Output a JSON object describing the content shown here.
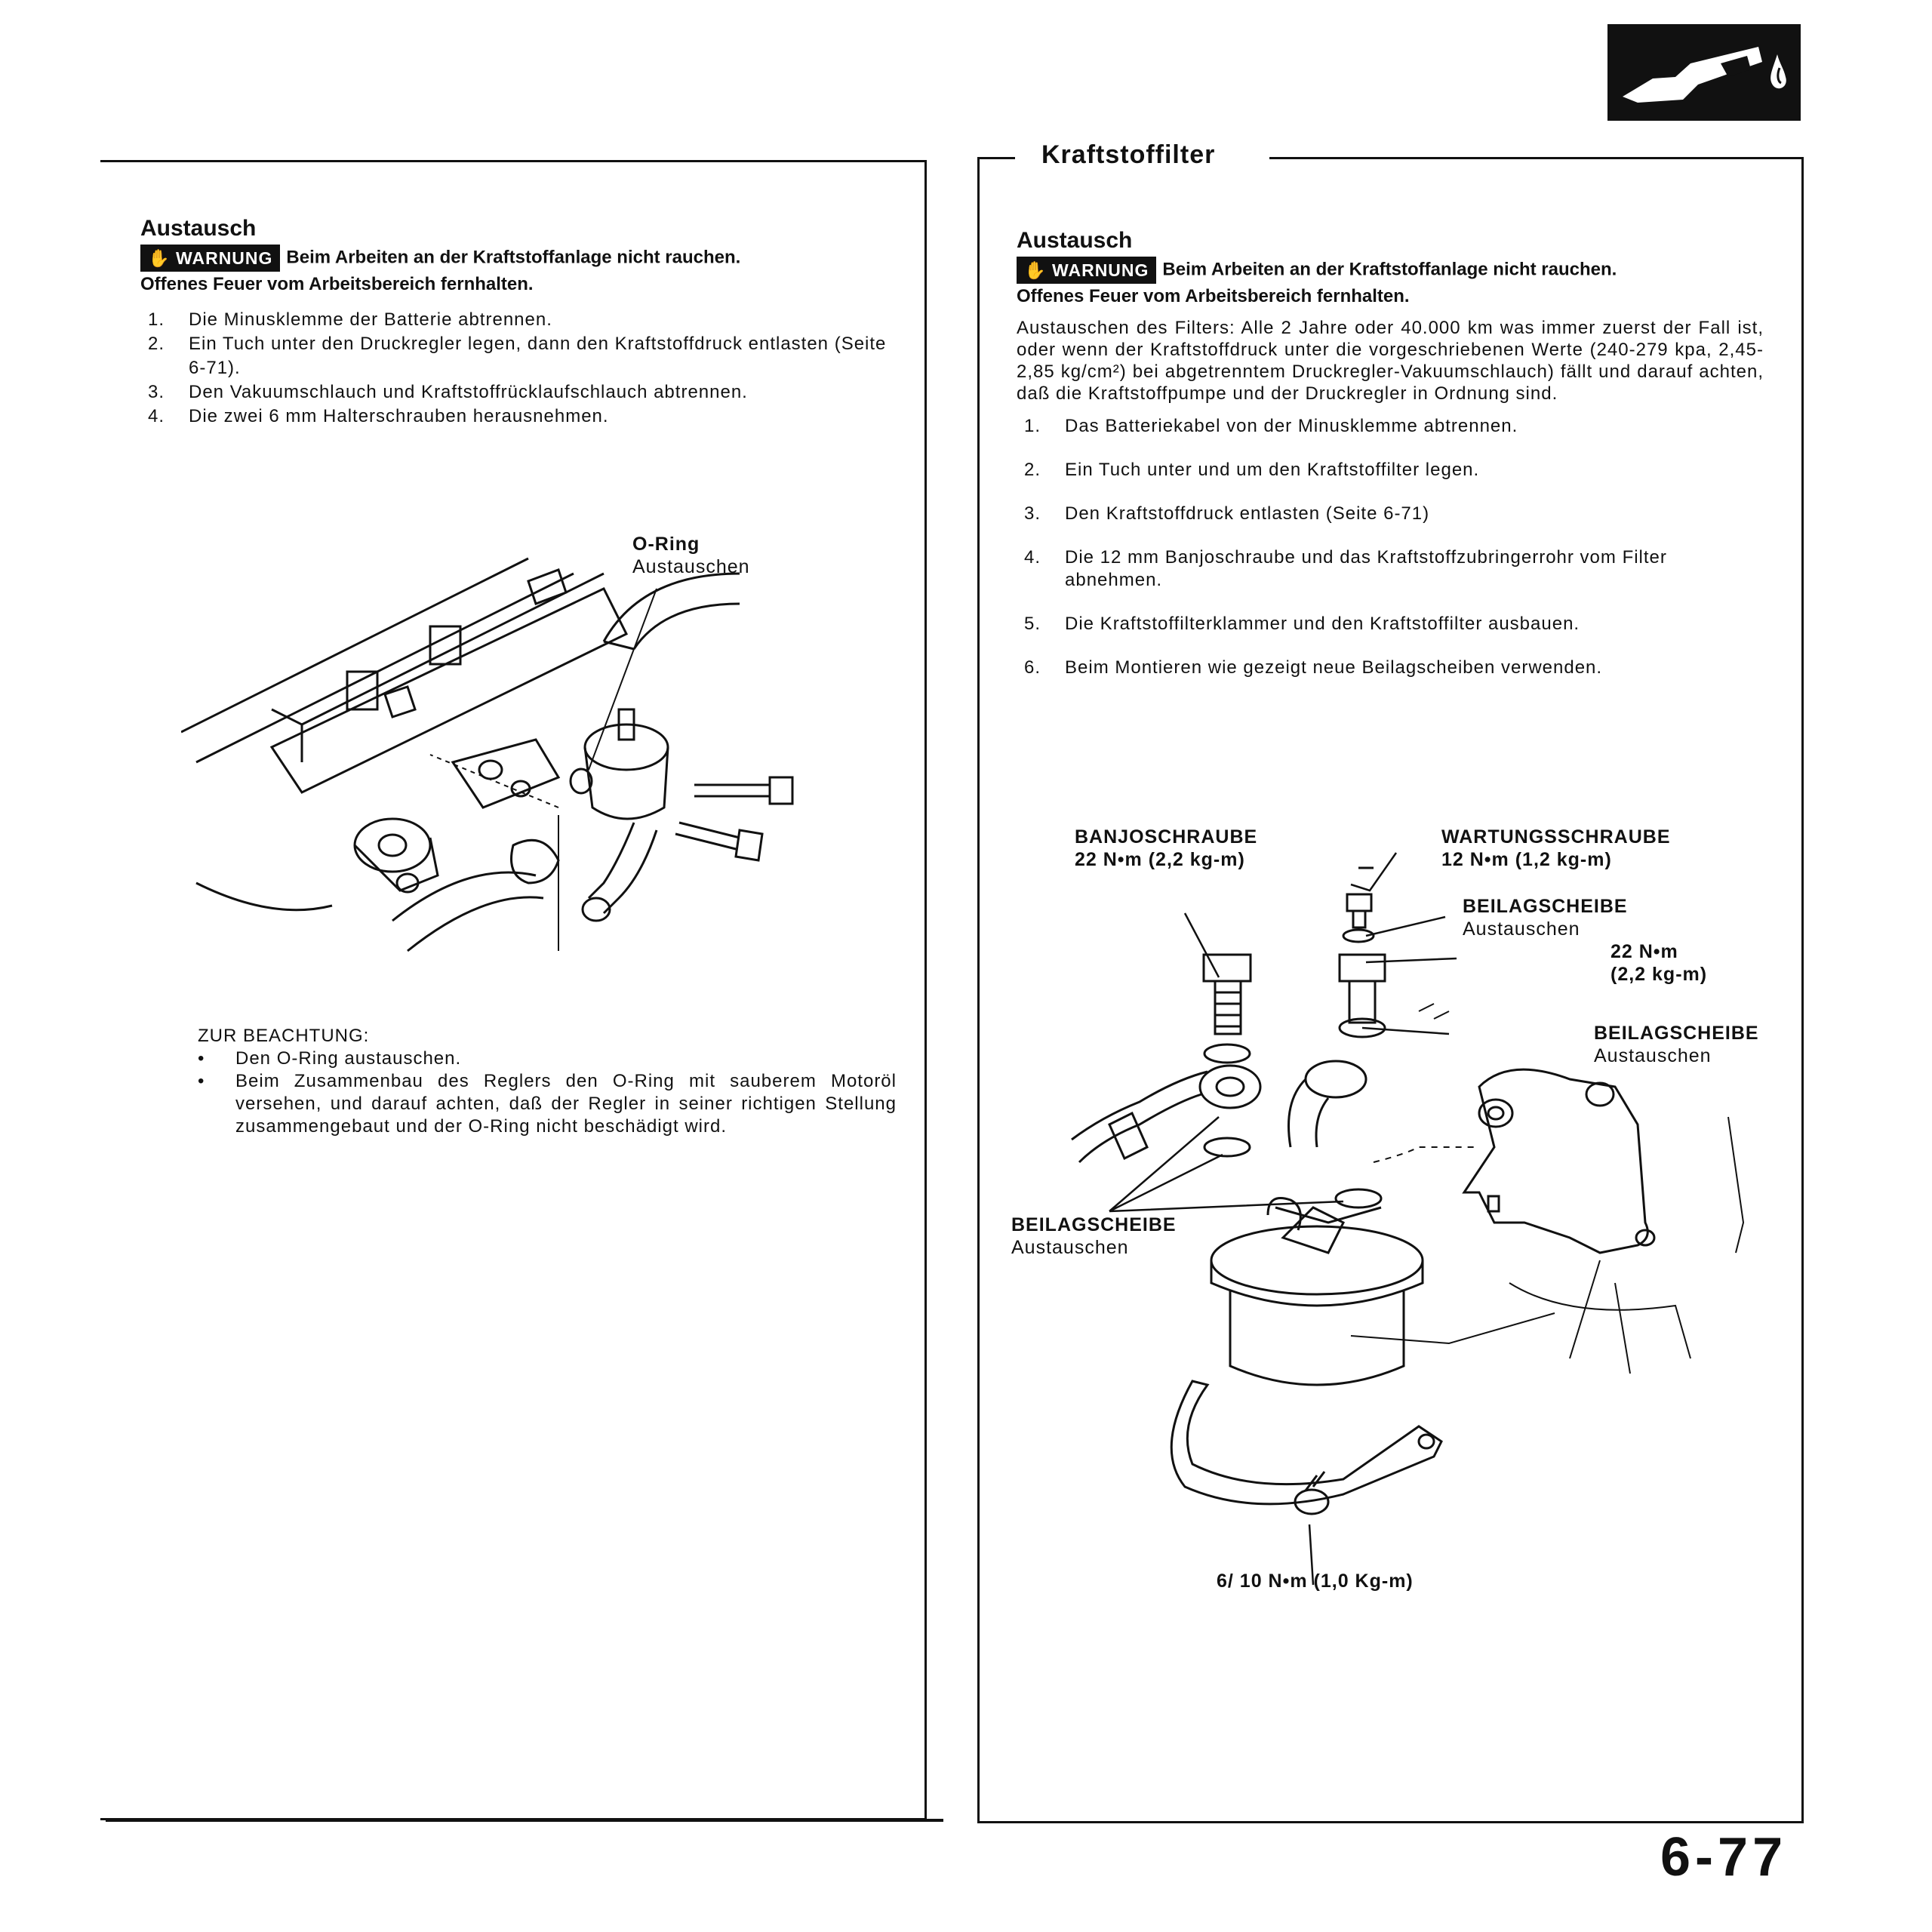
{
  "header": {
    "logo": "fuel-pump-icon",
    "section_title": "Kraftstoffilter",
    "page_number": "6-77"
  },
  "left": {
    "heading": "Austausch",
    "warning_badge": "WARNUNG",
    "warning_line1": "Beim Arbeiten an der Kraftstoffanlage nicht rauchen.",
    "warning_line2": "Offenes Feuer vom Arbeitsbereich fernhalten.",
    "steps": [
      {
        "n": "1.",
        "text": "Die Minusklemme der Batterie abtrennen."
      },
      {
        "n": "2.",
        "text": "Ein Tuch unter den Druckregler legen, dann den Kraftstoffdruck entlasten (Seite 6-71)."
      },
      {
        "n": "3.",
        "text": "Den Vakuumschlauch und Kraftstoffrücklaufschlauch abtrennen."
      },
      {
        "n": "4.",
        "text": "Die zwei 6 mm Halterschrauben herausnehmen."
      }
    ],
    "diagram_labels": {
      "oring_title": "O-Ring",
      "oring_sub": "Austauschen"
    },
    "note_title": "ZUR BEACHTUNG:",
    "notes": [
      "Den O-Ring austauschen.",
      "Beim Zusammenbau des Reglers den O-Ring mit sauberem Motoröl versehen, und darauf achten, daß der Regler in seiner richtigen Stellung zusammengebaut und der O-Ring nicht beschädigt wird."
    ]
  },
  "right": {
    "heading": "Austausch",
    "warning_badge": "WARNUNG",
    "warning_line1": "Beim Arbeiten an der Kraftstoffanlage nicht rauchen.",
    "warning_line2": "Offenes Feuer vom Arbeitsbereich fernhalten.",
    "intro": "Austauschen des Filters: Alle 2 Jahre oder 40.000 km was immer zuerst der Fall ist, oder wenn der Kraftstoffdruck unter die vorgeschriebenen Werte (240-279 kpa, 2,45-2,85 kg/cm²) bei abgetrenntem Druckregler-Vakuumschlauch) fällt und darauf achten, daß die Kraftstoffpumpe und der Druckregler in Ordnung sind.",
    "steps": [
      {
        "n": "1.",
        "text": "Das Batteriekabel von der Minusklemme abtrennen."
      },
      {
        "n": "2.",
        "text": "Ein Tuch unter und um den Kraftstoffilter legen."
      },
      {
        "n": "3.",
        "text": "Den Kraftstoffdruck entlasten (Seite 6-71)"
      },
      {
        "n": "4.",
        "text": "Die 12 mm Banjoschraube und das Kraftstoffzubringerrohr vom Filter abnehmen."
      },
      {
        "n": "5.",
        "text": "Die Kraftstoffilterklammer und den Kraftstoffilter ausbauen."
      },
      {
        "n": "6.",
        "text": "Beim Montieren wie gezeigt neue Beilagscheiben verwenden."
      }
    ],
    "diagram_labels": {
      "banjo_title": "BANJOSCHRAUBE",
      "banjo_torque": "22 N•m (2,2 kg-m)",
      "service_title": "WARTUNGSSCHRAUBE",
      "service_torque": "12 N•m (1,2 kg-m)",
      "washer1_title": "BEILAGSCHEIBE",
      "washer1_sub": "Austauschen",
      "torque22_a": "22 N•m",
      "torque22_b": "(2,2 kg-m)",
      "washer2_title": "BEILAGSCHEIBE",
      "washer2_sub": "Austauschen",
      "washer3_title": "BEILAGSCHEIBE",
      "washer3_sub": "Austauschen",
      "bottom_torque": "6/ 10 N•m (1,0 Kg-m)"
    }
  }
}
